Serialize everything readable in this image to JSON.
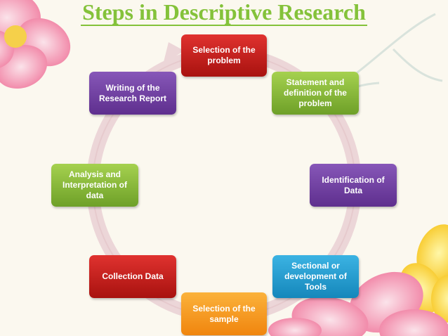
{
  "title": "Steps in Descriptive Research",
  "steps": [
    {
      "label": "Selection of the problem",
      "color": "#c0211d"
    },
    {
      "label": "Statement and definition of the problem",
      "color": "#8cbd3d"
    },
    {
      "label": "Identification of Data",
      "color": "#6f3fa2"
    },
    {
      "label": "Sectional or development of Tools",
      "color": "#219bd0"
    },
    {
      "label": "Selection of the sample",
      "color": "#f7a121"
    },
    {
      "label": "Collection Data",
      "color": "#c0211d"
    },
    {
      "label": "Analysis and Interpretation of data",
      "color": "#8cbd3d"
    },
    {
      "label": "Writing of the Research Report",
      "color": "#6f3fa2"
    }
  ]
}
